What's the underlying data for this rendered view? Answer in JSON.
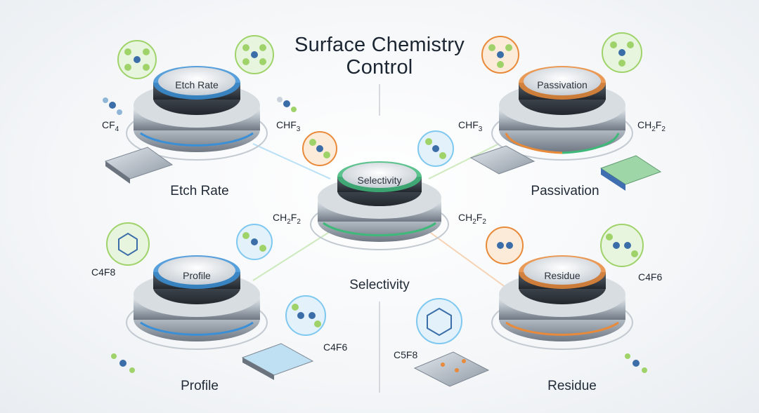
{
  "title": {
    "line1": "Surface Chemistry",
    "line2": "Control"
  },
  "panels": {
    "etch_rate": {
      "knob_label": "Etch Rate",
      "caption": "Etch Rate",
      "formula_left": "CF",
      "formula_left_sub": "4",
      "formula_right": "CHF",
      "formula_right_sub": "3",
      "accent": "#3a8fd6"
    },
    "passivation": {
      "knob_label": "Passivation",
      "caption": "Passivation",
      "formula_left": "CHF",
      "formula_left_sub": "3",
      "formula_right": "CH",
      "formula_right_sub": "2",
      "formula_right_tail": "F",
      "formula_right_tail_sub": "2",
      "accent": "#e88a3a"
    },
    "selectivity": {
      "knob_label": "Selectivity",
      "caption": "Selectivity",
      "formula_left": "CH",
      "formula_left_sub": "2",
      "formula_left_tail": "F",
      "formula_left_tail_sub": "2",
      "formula_right": "CH",
      "formula_right_sub": "2",
      "formula_right_tail": "F",
      "formula_right_tail_sub": "2",
      "accent": "#3fb97a"
    },
    "profile": {
      "knob_label": "Profile",
      "caption": "Profile",
      "formula_left": "C4F8",
      "formula_right": "C4F6",
      "accent": "#3a8fd6"
    },
    "residue": {
      "knob_label": "Residue",
      "caption": "Residue",
      "formula_left": "C5F8",
      "formula_right": "C4F6",
      "accent": "#e88a3a"
    }
  },
  "colors": {
    "blue": "#3a8fd6",
    "orange": "#e88a3a",
    "green": "#3fb97a",
    "fluorine": "#9fd36a",
    "carbon": "#3b6ea8"
  }
}
